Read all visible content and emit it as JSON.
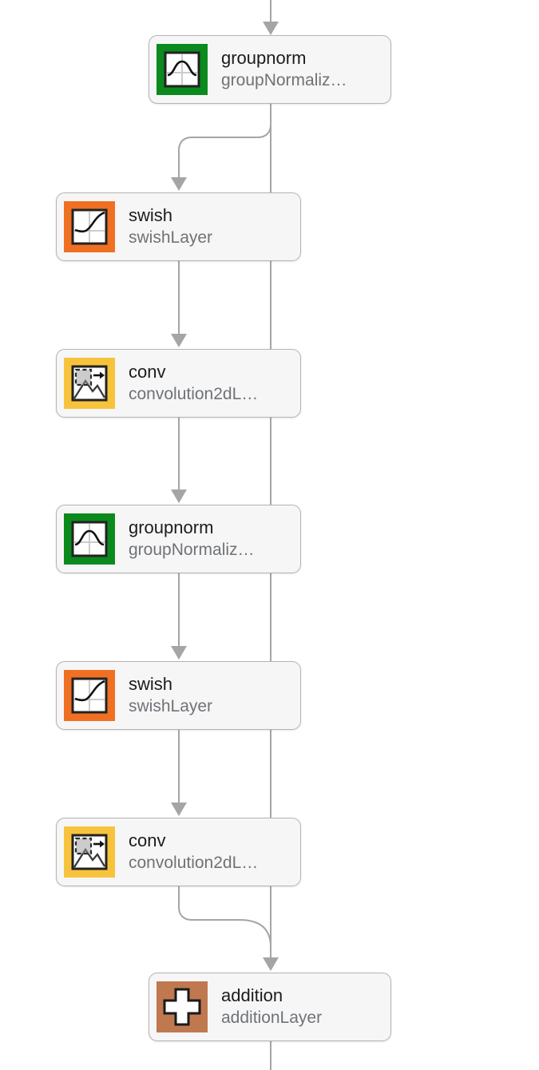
{
  "diagram": {
    "kind": "layer-graph",
    "description": "residual block of a deep network: groupnorm -> swish -> conv -> groupnorm -> swish -> conv joined with skip connection into addition"
  },
  "colors": {
    "edge": "#a5a5a5",
    "node_fill": "#f6f6f6",
    "node_border": "#b4b4b4",
    "title_text": "#1c1c1e",
    "subtitle_text": "#6f7277",
    "groupnorm": "#0b8a1d",
    "swish": "#ef7022",
    "conv": "#f8c33c",
    "addition": "#c0784f"
  },
  "nodes": [
    {
      "title": "groupnorm",
      "subtitle": "groupNormaliz…",
      "type": "groupnorm"
    },
    {
      "title": "swish",
      "subtitle": "swishLayer",
      "type": "swish"
    },
    {
      "title": "conv",
      "subtitle": "convolution2dL…",
      "type": "conv"
    },
    {
      "title": "groupnorm",
      "subtitle": "groupNormaliz…",
      "type": "groupnorm"
    },
    {
      "title": "swish",
      "subtitle": "swishLayer",
      "type": "swish"
    },
    {
      "title": "conv",
      "subtitle": "convolution2dL…",
      "type": "conv"
    },
    {
      "title": "addition",
      "subtitle": "additionLayer",
      "type": "addition"
    }
  ],
  "edges": [
    {
      "from": "input",
      "to": "groupnorm-1"
    },
    {
      "from": "groupnorm-1",
      "to": "swish-1"
    },
    {
      "from": "groupnorm-1",
      "to": "addition",
      "kind": "skip-connection"
    },
    {
      "from": "swish-1",
      "to": "conv-1"
    },
    {
      "from": "conv-1",
      "to": "groupnorm-2"
    },
    {
      "from": "groupnorm-2",
      "to": "swish-2"
    },
    {
      "from": "swish-2",
      "to": "conv-2"
    },
    {
      "from": "conv-2",
      "to": "addition"
    },
    {
      "from": "addition",
      "to": "output"
    }
  ]
}
